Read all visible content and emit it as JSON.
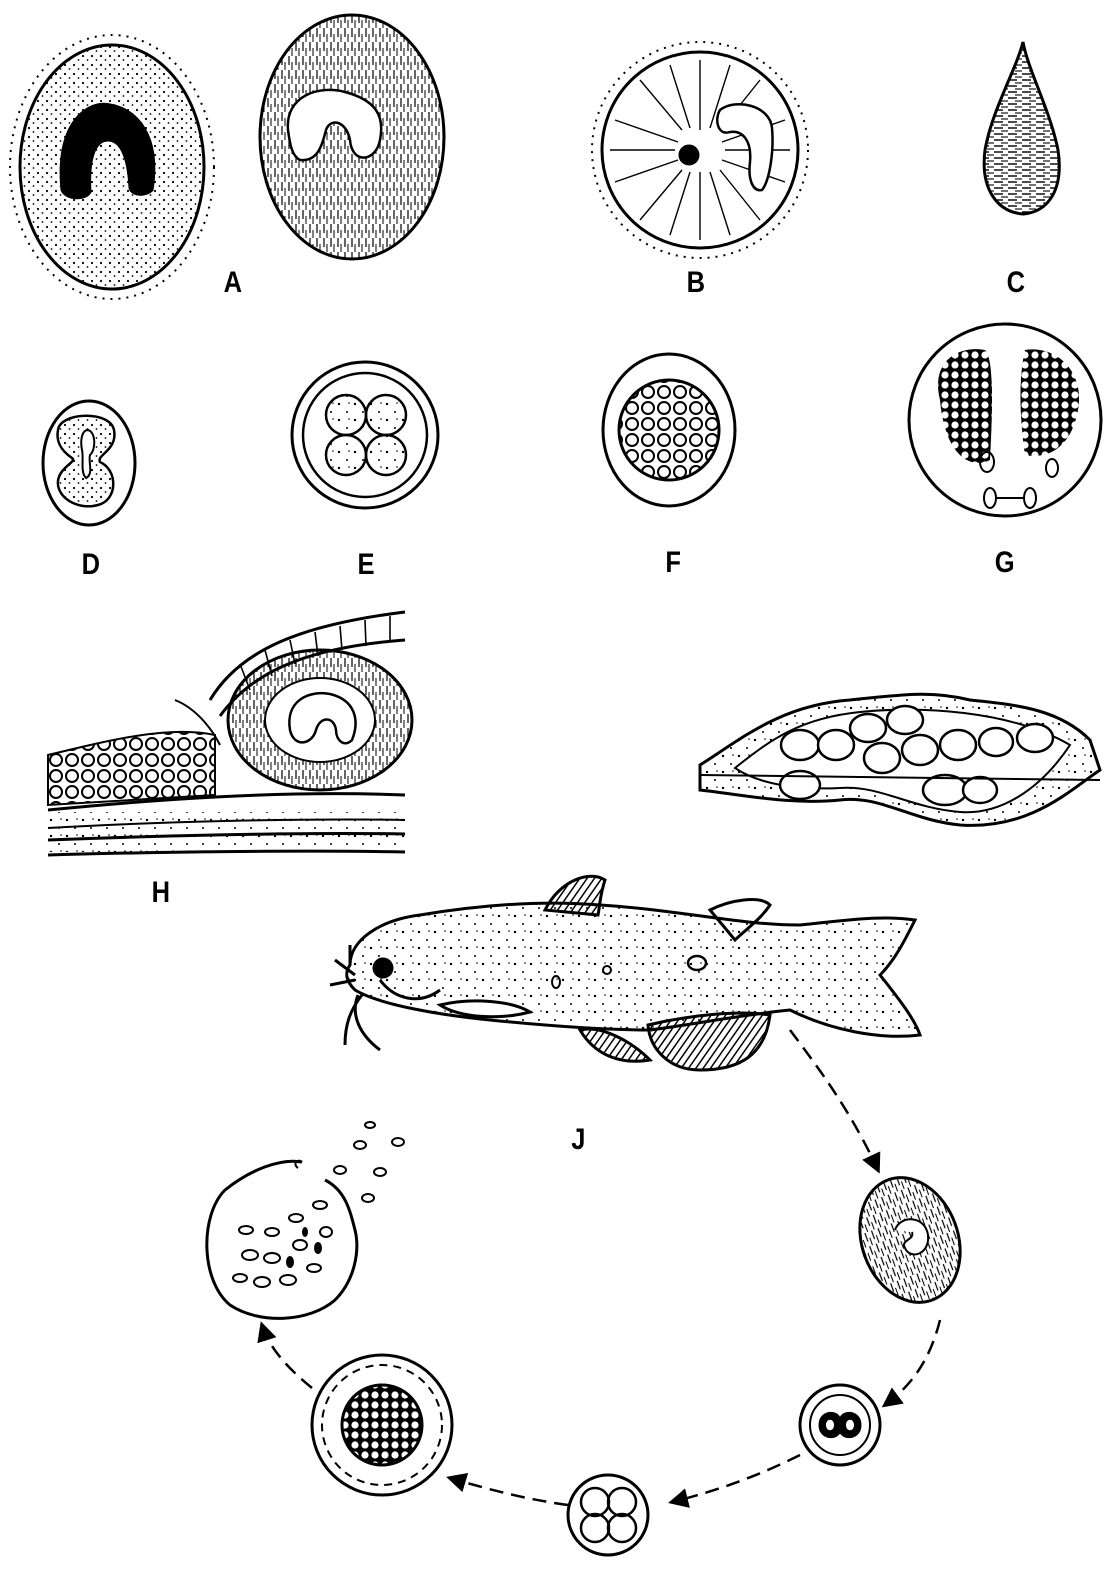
{
  "figure": {
    "labels": {
      "a": "A",
      "b": "B",
      "c": "C",
      "d": "D",
      "e": "E",
      "f": "F",
      "g": "G",
      "h": "H",
      "j": "J"
    },
    "colors": {
      "ink": "#000000",
      "paper": "#ffffff"
    }
  }
}
